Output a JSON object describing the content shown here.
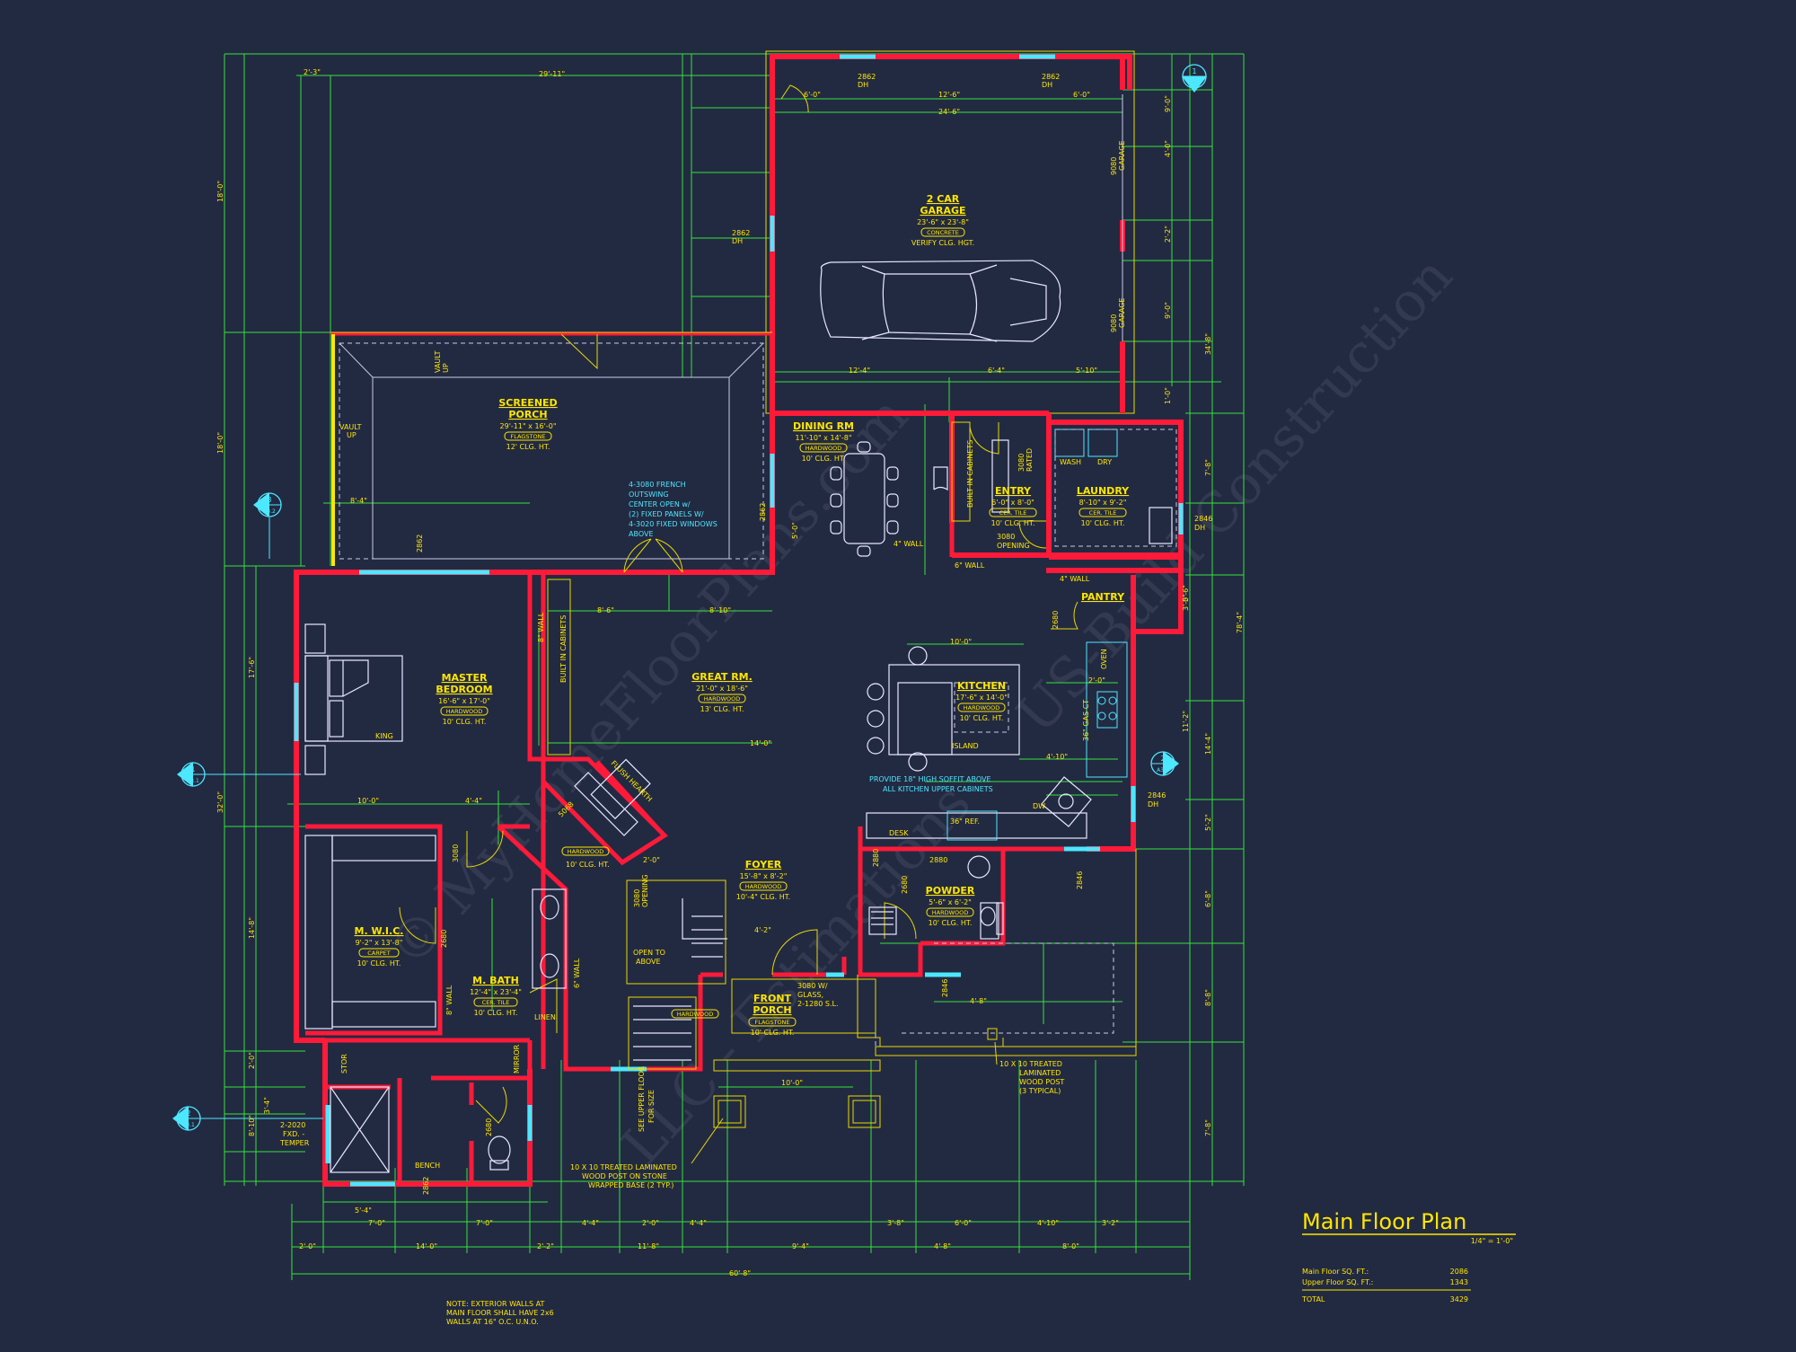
{
  "title": "Main Floor Plan",
  "scale": "1/4\" = 1'-0\"",
  "area_table": {
    "rows": [
      {
        "label": "Main Floor SQ. FT.:",
        "value": "2086"
      },
      {
        "label": "Upper Floor SQ. FT.:",
        "value": "1343"
      },
      {
        "label": "TOTAL",
        "value": "3429"
      }
    ]
  },
  "bottom_note": [
    "NOTE: EXTERIOR WALLS AT",
    "MAIN FLOOR SHALL HAVE 2x6",
    "WALLS AT 16\" O.C. U.N.O."
  ],
  "rooms": {
    "garage": {
      "name": [
        "2 CAR",
        "GARAGE"
      ],
      "size": "23'-6\" x 23'-8\"",
      "floor": "CONCRETE",
      "ceiling": "VERIFY CLG. HGT."
    },
    "porch": {
      "name": [
        "SCREENED",
        "PORCH"
      ],
      "size": "29'-11\" x 16'-0\"",
      "floor": "FLAGSTONE",
      "ceiling": "12' CLG. HT."
    },
    "dining": {
      "name": [
        "DINING RM"
      ],
      "size": "11'-10\" x 14'-8\"",
      "floor": "HARDWOOD",
      "ceiling": "10' CLG. HT."
    },
    "entry": {
      "name": [
        "ENTRY"
      ],
      "size": "6'-0\" x 8'-0\"",
      "floor": "CER. TILE",
      "ceiling": "10' CLG. HT."
    },
    "laundry": {
      "name": [
        "LAUNDRY"
      ],
      "size": "8'-10\" x 9'-2\"",
      "floor": "CER. TILE",
      "ceiling": "10' CLG. HT."
    },
    "master": {
      "name": [
        "MASTER",
        "BEDROOM"
      ],
      "size": "16'-6\" x 17'-0\"",
      "floor": "HARDWOOD",
      "ceiling": "10' CLG. HT."
    },
    "great": {
      "name": [
        "GREAT RM."
      ],
      "size": "21'-0\" x 18'-6\"",
      "floor": "HARDWOOD",
      "ceiling": "13' CLG. HT."
    },
    "kitchen": {
      "name": [
        "KITCHEN"
      ],
      "size": "17'-6\" x 14'-0\"",
      "floor": "HARDWOOD",
      "ceiling": "10' CLG. HT."
    },
    "foyer": {
      "name": [
        "FOYER"
      ],
      "size": "15'-8\" x 8'-2\"",
      "floor": "HARDWOOD",
      "ceiling": "10'-4\" CLG. HT."
    },
    "powder": {
      "name": [
        "POWDER"
      ],
      "size": "5'-6\" x 6'-2\"",
      "floor": "HARDWOOD",
      "ceiling": "10' CLG. HT."
    },
    "mwic": {
      "name": [
        "M. W.I.C."
      ],
      "size": "9'-2\" x 13'-8\"",
      "floor": "CARPET",
      "ceiling": "10' CLG. HT."
    },
    "mbath": {
      "name": [
        "M. BATH"
      ],
      "size": "12'-4\" x 23'-4\"",
      "floor": "CER. TILE",
      "ceiling": "10' CLG. HT."
    },
    "front_porch": {
      "name": [
        "FRONT",
        "PORCH"
      ],
      "floor": "FLAGSTONE",
      "ceiling": "10' CLG. HT."
    }
  },
  "labels": {
    "pantry": "PANTRY",
    "island": "ISLAND",
    "king": "KING",
    "desk": "DESK",
    "ref": "36\" REF.",
    "dw": "DW",
    "oven": "OVEN",
    "gas_ct": "36\" GAS CT",
    "wash": "WASH",
    "dry": "DRY",
    "linen": "LINEN",
    "stor": "STOR",
    "bench": "BENCH",
    "mirror": "MIRROR",
    "flush_hearth": "FLUSH HEARTH",
    "open_above": [
      "OPEN TO",
      "ABOVE"
    ],
    "hardwood_stair": "HARDWOOD",
    "french_note": [
      "4-3080 FRENCH",
      "OUTSWING",
      "CENTER OPEN w/",
      "(2) FIXED PANELS W/",
      "4-3020 FIXED WINDOWS",
      "ABOVE"
    ],
    "soffit_note": [
      "PROVIDE 18\" HIGH SOFFIT ABOVE",
      "ALL KITCHEN UPPER CABINETS"
    ],
    "front_door": [
      "3080 W/",
      "GLASS,",
      "2-1280 S.L."
    ],
    "post_note": [
      "10 X 10 TREATED",
      "LAMINATED",
      "WOOD POST",
      "(3 TYPICAL)"
    ],
    "stone_post": [
      "10 X 10 TREATED LAMINATED",
      "WOOD POST ON STONE",
      "WRAPPED BASE (2 TYP.)"
    ],
    "window_2020": [
      "2-2020",
      "FXD. -",
      "TEMPER"
    ],
    "see_upper": [
      "SEE UPPER FLOOR",
      "FOR SIZE"
    ],
    "wall_4": "4\" WALL",
    "wall_6": "6\" WALL",
    "wall_8": "8\" WALL",
    "builtin": "BUILT IN CABINETS",
    "vault": [
      "VAULT",
      "UP"
    ],
    "vault2": [
      "VAULT",
      "UP"
    ],
    "rated": [
      "3080",
      "RATED"
    ],
    "opening": [
      "3080",
      "OPENING"
    ],
    "opening2": [
      "3080",
      "OPENING"
    ]
  },
  "windows": {
    "w2862": "2862",
    "dh": "DH",
    "w2846": "2846",
    "w2880": "2880",
    "w2680": "2680",
    "w3080": "3080",
    "w5068": "5068",
    "garage_door": [
      "9080",
      "GARAGE"
    ]
  },
  "dimensions": {
    "top_overall": "29'-11\"",
    "top_left": "2'-3\"",
    "garage_sub": [
      "6'-0\"",
      "12'-6\"",
      "6'-0\""
    ],
    "garage_total": "24'-6\"",
    "mid": [
      "12'-4\"",
      "6'-4\"",
      "5'-10\""
    ],
    "left": [
      "18'-0\"",
      "18'-0\"",
      "17'-6\"",
      "32'-0\"",
      "14'-8\"",
      "8'-10\"",
      "3'-4\"",
      "2'-0\""
    ],
    "right": [
      "78'-4\"",
      "34'-8\"",
      "14'-4\"",
      "7'-8\"",
      "5'-2\"",
      "6'-8\"",
      "8'-8\"",
      "7'-8\"",
      "4'-0\"",
      "2'-2\"",
      "9'-0\"",
      "9'-0\"",
      "1'-0\"",
      "3'-0\"",
      "11'-2\"",
      "5'-6\""
    ],
    "bottom1": [
      "2'-0\"",
      "14'-0\"",
      "2'-2\"",
      "4'-4\"",
      "2'-0\"",
      "4'-4\"",
      "3'-8\"",
      "6'-0\"",
      "4'-10\"",
      "3'-2\""
    ],
    "bottom2": [
      "11'-8\"",
      "9'-4\"",
      "4'-8\"",
      "8'-0\""
    ],
    "bottom_overall": "60'-8\"",
    "bath_bottom": [
      "5'-4\"",
      "7'-0\"",
      "7'-0\""
    ],
    "interior": [
      "8'-6\"",
      "8'-10\"",
      "14'-0\"",
      "10'-0\"",
      "4'-4\"",
      "2'-0\"",
      "4'-10\"",
      "10'-0\"",
      "8'-4\"",
      "4'-2\"",
      "4'-8\"",
      "5'-0\""
    ]
  },
  "section_markers": [
    {
      "num": "1",
      "sheet": "A3.2"
    },
    {
      "num": "3",
      "sheet": "A3.2"
    },
    {
      "num": "1",
      "sheet": "A3.1"
    },
    {
      "num": "2",
      "sheet": "A3.2"
    },
    {
      "num": "2",
      "sheet": "A3.1"
    }
  ],
  "watermark": [
    "© MyHomeFloorPlans.com",
    "LLC - Estimations",
    "US-Build Construction"
  ]
}
